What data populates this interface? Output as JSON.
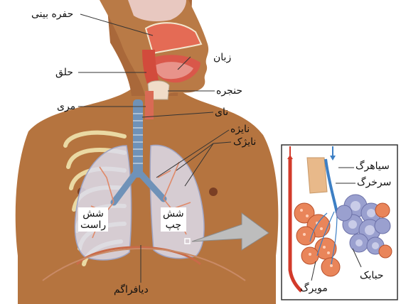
{
  "labels": {
    "nasal_cavity": "حفره بینی",
    "tongue": "زبان",
    "pharynx": "حلق",
    "larynx": "حنجره",
    "esophagus": "مری",
    "trachea": "نای",
    "bronchus": "نایژه",
    "bronchiole": "نایژک",
    "right_lung_line1": "شش",
    "right_lung_line2": "راست",
    "left_lung_line1": "شش",
    "left_lung_line2": "چپ",
    "diaphragm": "دیافراگم",
    "vein": "سیاهرگ",
    "artery": "سرخرگ",
    "capillary": "مویرگ",
    "alveolus": "حبابک"
  },
  "colors": {
    "skin": "#b5743f",
    "skin_dark": "#8a5228",
    "lung": "#dcdcec",
    "airway": "#6f92b8",
    "ribs": "#ead9a3",
    "vein_red": "#d23a2a",
    "artery_blue": "#3d7fc4",
    "alveoli": "#9aa0cf",
    "capillary_net": "#e36a3a"
  }
}
